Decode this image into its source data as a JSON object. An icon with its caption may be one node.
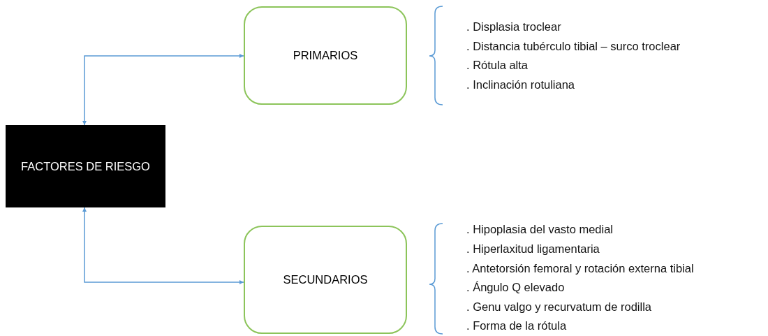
{
  "diagram": {
    "nodes": [
      {
        "text": [
          "FACTORES DE RIESGO"
        ]
      },
      {
        "text": [
          "PRIMARIOS"
        ]
      },
      {
        "text": [
          "SECUNDARIOS"
        ]
      }
    ],
    "edges": [
      {
        "from": 0,
        "to": 1,
        "arrow": "both"
      },
      {
        "from": 0,
        "to": 2,
        "arrow": "both"
      }
    ],
    "labels": [
      ". Displasia troclear",
      ". Distancia tubérculo tibial – surco troclear",
      ". Rótula alta",
      ". Inclinación rotuliana",
      ". Hipoplasia del vasto medial",
      ". Hiperlaxitud ligamentaria",
      ". Antetorsión femoral y rotación externa tibial",
      ". Ángulo Q elevado",
      ". Genu valgo y recurvatum de rodilla",
      ". Forma de la rótula"
    ]
  }
}
